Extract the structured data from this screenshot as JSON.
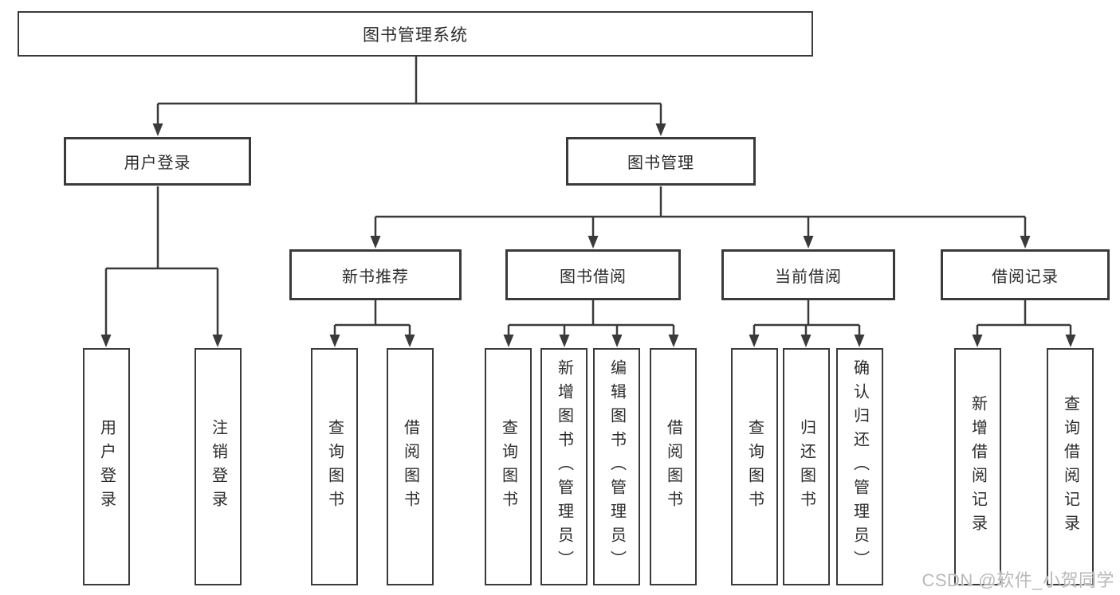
{
  "colors": {
    "line": "#3a3a3a",
    "box_border": "#3a3a3a",
    "box_fill": "#ffffff",
    "text": "#2b2b2b",
    "watermark": "#b9b9b9",
    "background": "#ffffff"
  },
  "tree": {
    "root": {
      "label": "图书管理系统"
    },
    "branches": [
      {
        "label": "用户登录",
        "children": [
          {
            "label": "用户登录"
          },
          {
            "label": "注销登录"
          }
        ]
      },
      {
        "label": "图书管理",
        "children": [
          {
            "label": "新书推荐",
            "children": [
              {
                "label": "查询图书"
              },
              {
                "label": "借阅图书"
              }
            ]
          },
          {
            "label": "图书借阅",
            "children": [
              {
                "label": "查询图书"
              },
              {
                "label": "新增图书（管理员）"
              },
              {
                "label": "编辑图书（管理员）"
              },
              {
                "label": "借阅图书"
              }
            ]
          },
          {
            "label": "当前借阅",
            "children": [
              {
                "label": "查询图书"
              },
              {
                "label": "归还图书"
              },
              {
                "label": "确认归还（管理员）"
              }
            ]
          },
          {
            "label": "借阅记录",
            "children": [
              {
                "label": "新增借阅记录"
              },
              {
                "label": "查询借阅记录"
              }
            ]
          }
        ]
      }
    ]
  },
  "watermark": {
    "text": "CSDN @软件_小贺同学"
  }
}
